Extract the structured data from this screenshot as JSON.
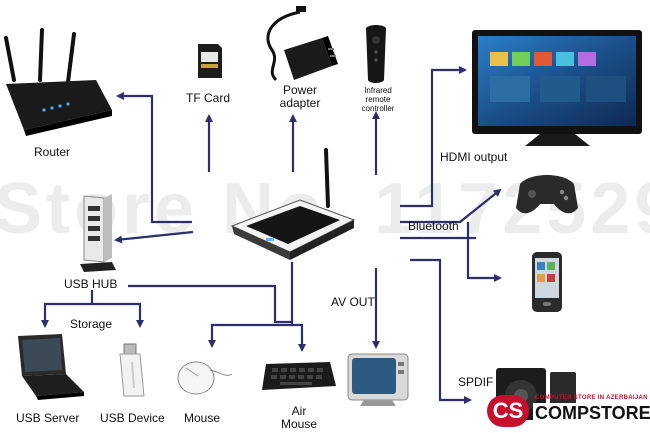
{
  "watermark": "Store No. 1172529",
  "labels": {
    "router": "Router",
    "tf_card": "TF Card",
    "power_adapter_line1": "Power",
    "power_adapter_line2": "adapter",
    "ir_line1": "Infrared",
    "ir_line2": "remote",
    "ir_line3": "controller",
    "hdmi_output": "HDMI output",
    "bluetooth": "Bluetooth",
    "usb_hub": "USB HUB",
    "storage": "Storage",
    "av_out": "AV OUT",
    "spdif": "SPDIF",
    "usb_server": "USB Server",
    "usb_device": "USB Device",
    "mouse": "Mouse",
    "air_mouse_line1": "Air",
    "air_mouse_line2": "Mouse"
  },
  "logo": {
    "badge": "CS",
    "tagline": "COMPUTER STORE IN AZERBAIJAN",
    "name": "COMPSTORE"
  },
  "colors": {
    "arrow": "#2c2e6e",
    "logo_red": "#c8102e"
  }
}
